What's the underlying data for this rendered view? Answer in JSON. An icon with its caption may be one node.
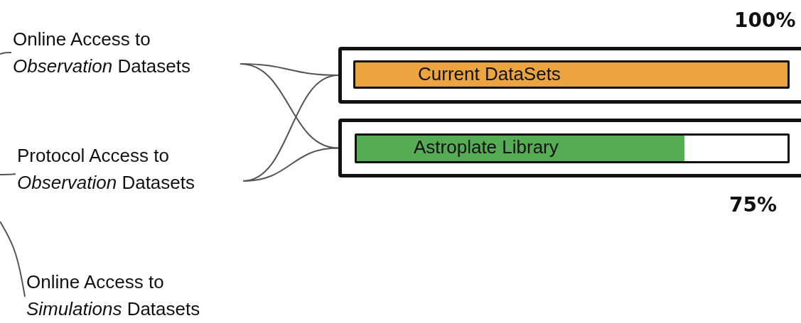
{
  "diagram": {
    "nodes": [
      {
        "text": [
          "Online Access to *Observation* Datasets"
        ]
      },
      {
        "text": [
          "Protocol Access to *Observation* Datasets"
        ]
      },
      {
        "text": [
          "Online Access to *Simulations* Datasets"
        ]
      },
      {
        "text": [],
        "shape": "box"
      },
      {
        "text": [
          "Current DataSets"
        ],
        "in": 3
      },
      {
        "text": [],
        "shape": "box"
      },
      {
        "text": [
          "Astroplate Library"
        ],
        "in": 5
      }
    ],
    "edges": [
      {
        "from": null,
        "to": 0,
        "arrow": "none"
      },
      {
        "from": null,
        "to": 1,
        "arrow": "none"
      },
      {
        "from": null,
        "to": 2,
        "arrow": "none"
      },
      {
        "from": 0,
        "to": 3,
        "arrow": "none"
      },
      {
        "from": 0,
        "to": 5,
        "arrow": "none"
      },
      {
        "from": 1,
        "to": 3,
        "arrow": "none"
      },
      {
        "from": 1,
        "to": 5,
        "arrow": "none"
      }
    ],
    "labels": [
      "100%",
      "75%"
    ]
  }
}
